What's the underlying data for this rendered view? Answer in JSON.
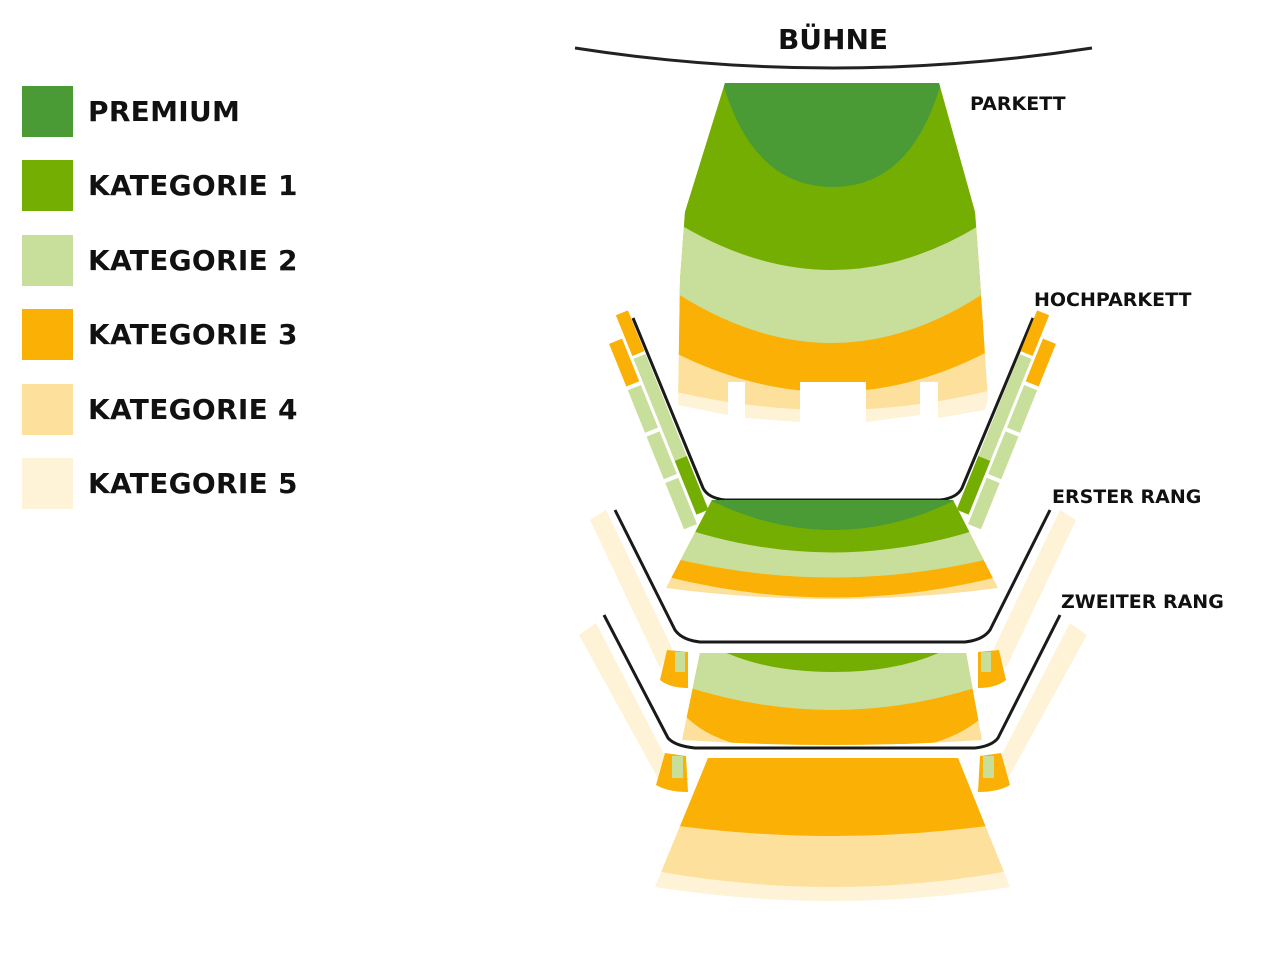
{
  "legend": [
    {
      "label": "PREMIUM",
      "color": "#4a9a35"
    },
    {
      "label": "KATEGORIE 1",
      "color": "#74ae03"
    },
    {
      "label": "KATEGORIE 2",
      "color": "#c8df9c"
    },
    {
      "label": "KATEGORIE 3",
      "color": "#fab004"
    },
    {
      "label": "KATEGORIE 4",
      "color": "#fce09c"
    },
    {
      "label": "KATEGORIE 5",
      "color": "#fef2d7"
    }
  ],
  "stage": {
    "label": "BÜHNE"
  },
  "sections": {
    "parkett": "PARKETT",
    "hochparkett": "HOCHPARKETT",
    "erster_rang": "ERSTER RANG",
    "zweiter_rang": "ZWEITER RANG"
  }
}
